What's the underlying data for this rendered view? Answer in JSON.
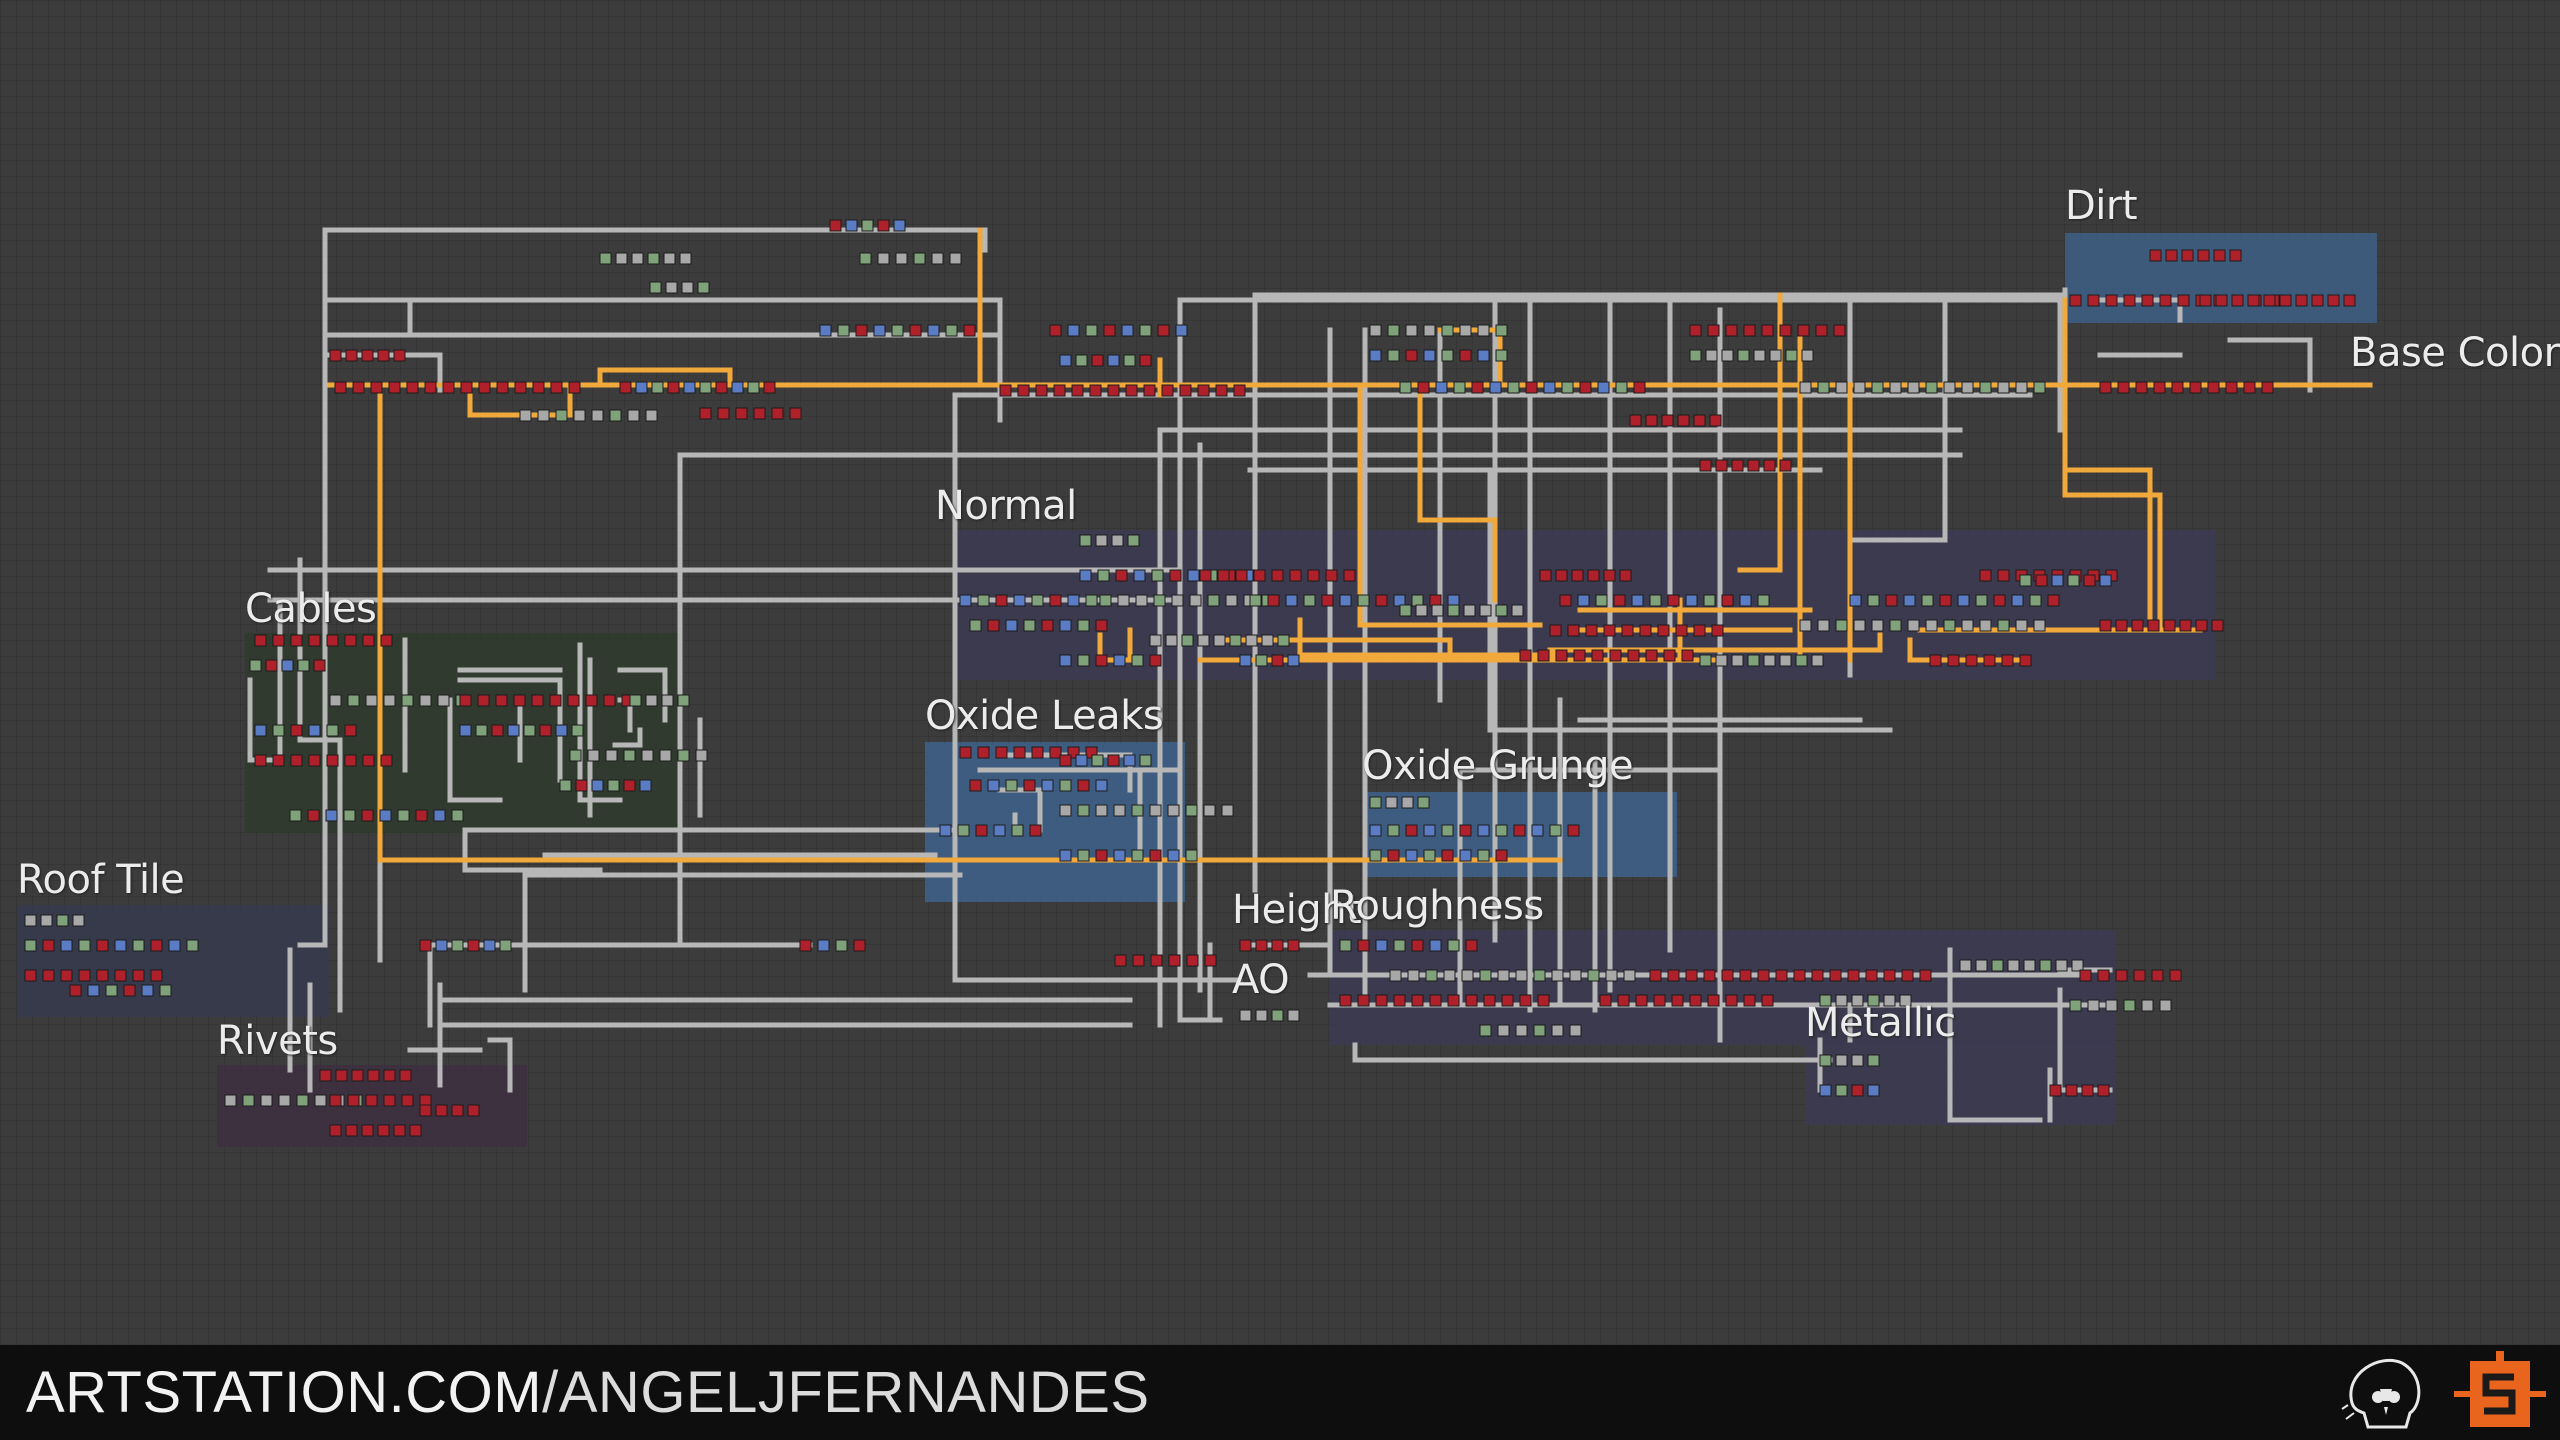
{
  "footer": {
    "url_domain": "ARTSTATION.COM",
    "url_sep": "/",
    "url_user": "ANGELJFERNANDES",
    "logos": [
      "skull-logo-icon",
      "substance-designer-logo-icon"
    ]
  },
  "frames": [
    {
      "id": "dirt",
      "title": "Dirt",
      "color": "#3e5f86"
    },
    {
      "id": "base-color",
      "title": "Base Color",
      "color": ""
    },
    {
      "id": "normal",
      "title": "Normal",
      "color": "#3b3a50"
    },
    {
      "id": "cables",
      "title": "Cables",
      "color": "#2f3a2c"
    },
    {
      "id": "oxide-leaks",
      "title": "Oxide Leaks",
      "color": "#3e5f86"
    },
    {
      "id": "oxide-grunge",
      "title": "Oxide Grunge",
      "color": "#3e5f86"
    },
    {
      "id": "roof-tile",
      "title": "Roof Tile",
      "color": "#363a4c"
    },
    {
      "id": "height",
      "title": "Height",
      "color": ""
    },
    {
      "id": "roughness",
      "title": "Roughness",
      "color": "#3b3a50"
    },
    {
      "id": "ao",
      "title": "AO",
      "color": ""
    },
    {
      "id": "metallic",
      "title": "Metallic",
      "color": "#3b3a50"
    },
    {
      "id": "rivets",
      "title": "Rivets",
      "color": "#3d3040"
    }
  ],
  "palette": {
    "wire": "#b7b7b7",
    "wire_highlight": "#f2a93b",
    "port_red": "#b0202a",
    "port_green": "#7fa27a",
    "port_blue": "#5a7cc4",
    "port_gray": "#a8a8a8"
  }
}
